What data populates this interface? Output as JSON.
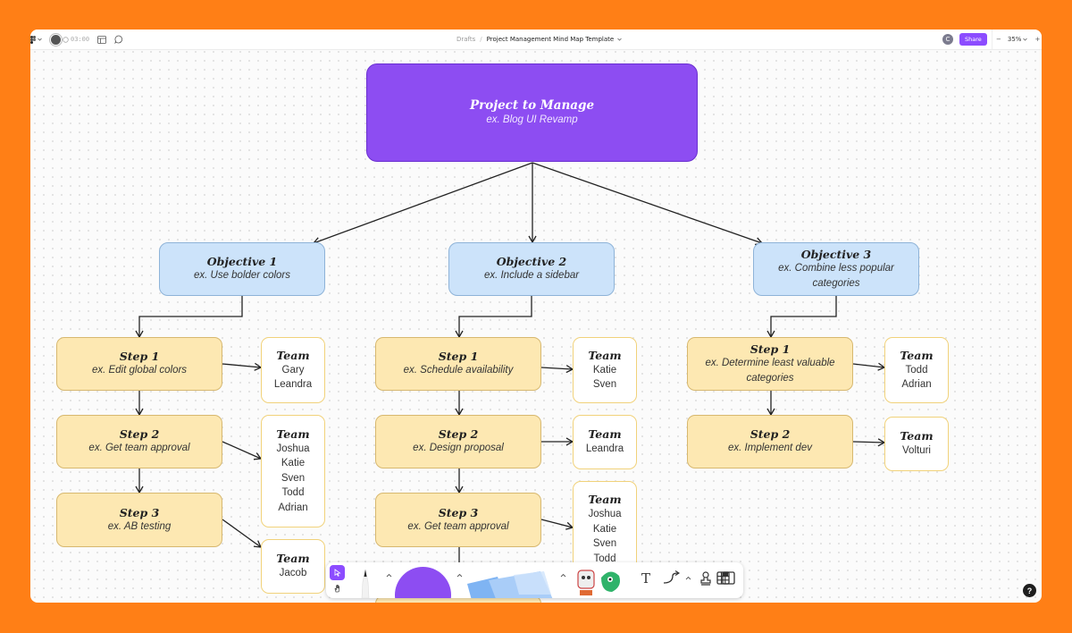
{
  "topbar": {
    "timer": "03:00",
    "breadcrumb_root": "Drafts",
    "breadcrumb_sep": "/",
    "file_title": "Project Management Mind Map Template",
    "collaborator_initial": "C",
    "share_label": "Share",
    "zoom_level": "35%",
    "zoom_out": "−",
    "zoom_in": "+"
  },
  "mindmap": {
    "root": {
      "title": "Project to Manage",
      "subtitle": "ex. Blog UI Revamp"
    },
    "objectives": [
      {
        "title": "Objective 1",
        "subtitle": "ex. Use bolder colors",
        "steps": [
          {
            "title": "Step 1",
            "subtitle": "ex. Edit global colors",
            "team_title": "Team",
            "members": [
              "Gary",
              "Leandra"
            ]
          },
          {
            "title": "Step 2",
            "subtitle": "ex. Get team approval",
            "team_title": "Team",
            "members": [
              "Joshua",
              "Katie",
              "Sven",
              "Todd",
              "Adrian"
            ]
          },
          {
            "title": "Step 3",
            "subtitle": "ex. AB testing",
            "team_title": "Team",
            "members": [
              "Jacob"
            ]
          }
        ]
      },
      {
        "title": "Objective 2",
        "subtitle": "ex. Include a sidebar",
        "steps": [
          {
            "title": "Step 1",
            "subtitle": "ex. Schedule availability",
            "team_title": "Team",
            "members": [
              "Katie",
              "Sven"
            ]
          },
          {
            "title": "Step 2",
            "subtitle": "ex. Design proposal",
            "team_title": "Team",
            "members": [
              "Leandra"
            ]
          },
          {
            "title": "Step 3",
            "subtitle": "ex. Get team approval",
            "team_title": "Team",
            "members": [
              "Joshua",
              "Katie",
              "Sven",
              "Todd"
            ]
          }
        ]
      },
      {
        "title": "Objective 3",
        "subtitle": "ex. Combine less popular categories",
        "steps": [
          {
            "title": "Step 1",
            "subtitle": "ex. Determine least valuable categories",
            "team_title": "Team",
            "members": [
              "Todd",
              "Adrian"
            ]
          },
          {
            "title": "Step 2",
            "subtitle": "ex. Implement dev",
            "team_title": "Team",
            "members": [
              "Volturi"
            ]
          }
        ]
      }
    ]
  },
  "colors": {
    "background": "#ff7f16",
    "root_fill": "#8d4df2",
    "objective_fill": "#cce3fa",
    "step_fill": "#fde8b2",
    "team_border": "#f1d27a",
    "accent": "#8c4cff"
  },
  "toolbar": {
    "tools": [
      "select-tool",
      "hand-tool",
      "pen-tool",
      "shape-tool",
      "sticky-note-tool",
      "stickers-tool",
      "text-tool",
      "connector-tool",
      "stamp-tool",
      "section-tool",
      "table-tool"
    ],
    "text_tool_glyph": "T"
  },
  "help_label": "?"
}
